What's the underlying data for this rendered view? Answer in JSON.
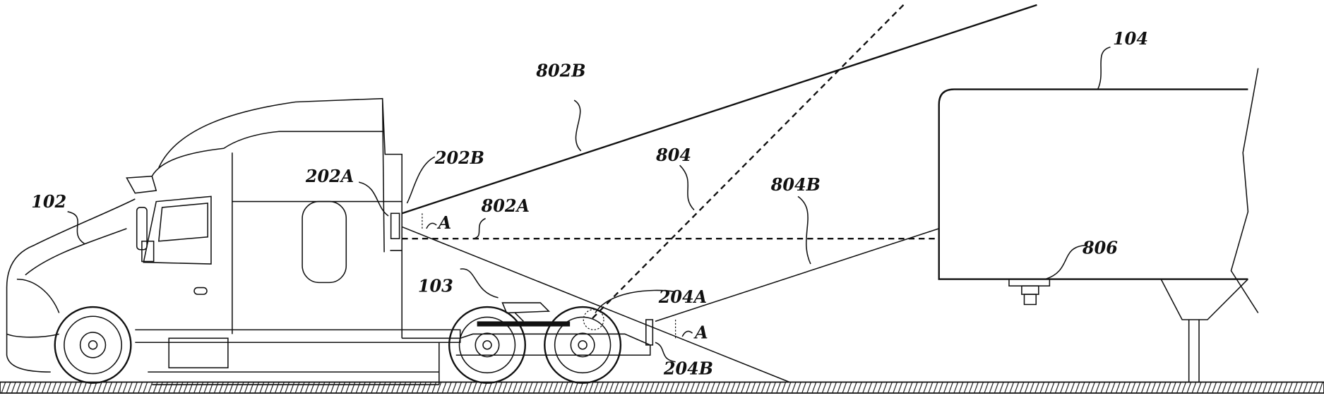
{
  "labels": {
    "truck": "102",
    "fifth_wheel": "103",
    "trailer": "104",
    "sensor_upper_a": "202A",
    "sensor_upper_b": "202B",
    "sensor_lower_a": "204A",
    "sensor_lower_b": "204B",
    "field_upper_a": "802A",
    "field_upper_b": "802B",
    "field_lower": "804",
    "field_lower_b": "804B",
    "kingpin": "806",
    "angle_upper": "A",
    "angle_lower": "A"
  }
}
